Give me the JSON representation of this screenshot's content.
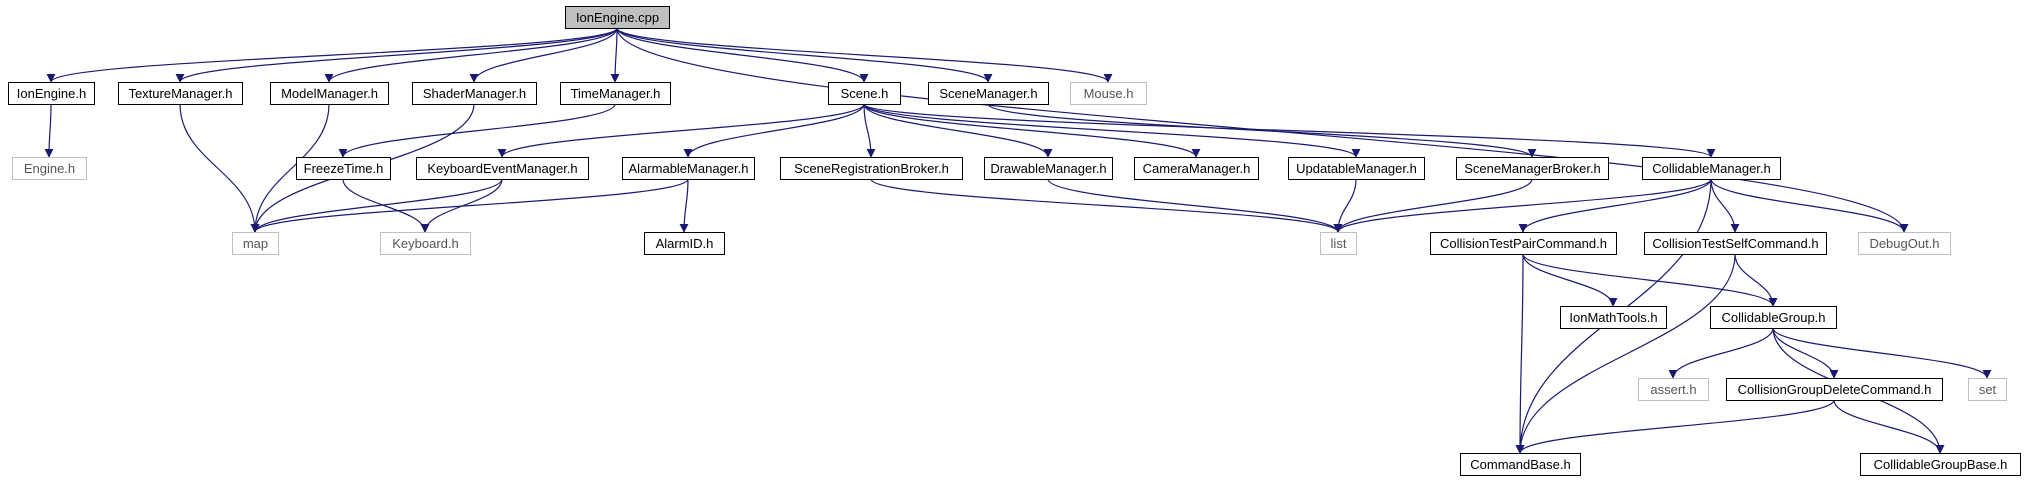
{
  "graph": {
    "colors": {
      "edge": "#191970",
      "node_border": "#000000",
      "node_border_external": "#bfbfbf",
      "root_fill": "#bfbfbf",
      "text": "#000000",
      "text_external": "#555555"
    },
    "nodes": [
      {
        "id": "ionengine_cpp",
        "label": "IonEngine.cpp",
        "kind": "root"
      },
      {
        "id": "ionengine_h",
        "label": "IonEngine.h",
        "kind": "file"
      },
      {
        "id": "texturemanager_h",
        "label": "TextureManager.h",
        "kind": "file"
      },
      {
        "id": "modelmanager_h",
        "label": "ModelManager.h",
        "kind": "file"
      },
      {
        "id": "shadermanager_h",
        "label": "ShaderManager.h",
        "kind": "file"
      },
      {
        "id": "timemanager_h",
        "label": "TimeManager.h",
        "kind": "file"
      },
      {
        "id": "scene_h",
        "label": "Scene.h",
        "kind": "file"
      },
      {
        "id": "scenemanager_h",
        "label": "SceneManager.h",
        "kind": "file"
      },
      {
        "id": "mouse_h",
        "label": "Mouse.h",
        "kind": "external"
      },
      {
        "id": "engine_h",
        "label": "Engine.h",
        "kind": "external"
      },
      {
        "id": "freezetime_h",
        "label": "FreezeTime.h",
        "kind": "file"
      },
      {
        "id": "keyboardeventmanager_h",
        "label": "KeyboardEventManager.h",
        "kind": "file"
      },
      {
        "id": "alarmablemanager_h",
        "label": "AlarmableManager.h",
        "kind": "file"
      },
      {
        "id": "sceneregistrationbroker_h",
        "label": "SceneRegistrationBroker.h",
        "kind": "file"
      },
      {
        "id": "drawablemanager_h",
        "label": "DrawableManager.h",
        "kind": "file"
      },
      {
        "id": "cameramanager_h",
        "label": "CameraManager.h",
        "kind": "file"
      },
      {
        "id": "updatablemanager_h",
        "label": "UpdatableManager.h",
        "kind": "file"
      },
      {
        "id": "scenemanagerbroker_h",
        "label": "SceneManagerBroker.h",
        "kind": "file"
      },
      {
        "id": "collidablemanager_h",
        "label": "CollidableManager.h",
        "kind": "file"
      },
      {
        "id": "map",
        "label": "map",
        "kind": "external"
      },
      {
        "id": "keyboard_h",
        "label": "Keyboard.h",
        "kind": "external"
      },
      {
        "id": "alarmid_h",
        "label": "AlarmID.h",
        "kind": "file"
      },
      {
        "id": "list",
        "label": "list",
        "kind": "external"
      },
      {
        "id": "collisiontestpaircommand_h",
        "label": "CollisionTestPairCommand.h",
        "kind": "file"
      },
      {
        "id": "collisiontestselfcommand_h",
        "label": "CollisionTestSelfCommand.h",
        "kind": "file"
      },
      {
        "id": "debugout_h",
        "label": "DebugOut.h",
        "kind": "external"
      },
      {
        "id": "ionmathtools_h",
        "label": "IonMathTools.h",
        "kind": "file"
      },
      {
        "id": "collidablegroup_h",
        "label": "CollidableGroup.h",
        "kind": "file"
      },
      {
        "id": "assert_h",
        "label": "assert.h",
        "kind": "external"
      },
      {
        "id": "collisiongroupdeletecommand_h",
        "label": "CollisionGroupDeleteCommand.h",
        "kind": "file"
      },
      {
        "id": "set",
        "label": "set",
        "kind": "external"
      },
      {
        "id": "commandbase_h",
        "label": "CommandBase.h",
        "kind": "file"
      },
      {
        "id": "collidablegroupbase_h",
        "label": "CollidableGroupBase.h",
        "kind": "file"
      }
    ],
    "edges": [
      [
        "ionengine_cpp",
        "ionengine_h"
      ],
      [
        "ionengine_cpp",
        "texturemanager_h"
      ],
      [
        "ionengine_cpp",
        "modelmanager_h"
      ],
      [
        "ionengine_cpp",
        "shadermanager_h"
      ],
      [
        "ionengine_cpp",
        "timemanager_h"
      ],
      [
        "ionengine_cpp",
        "scene_h"
      ],
      [
        "ionengine_cpp",
        "scenemanager_h"
      ],
      [
        "ionengine_cpp",
        "mouse_h"
      ],
      [
        "ionengine_cpp",
        "debugout_h"
      ],
      [
        "ionengine_h",
        "engine_h"
      ],
      [
        "texturemanager_h",
        "map"
      ],
      [
        "modelmanager_h",
        "map"
      ],
      [
        "shadermanager_h",
        "map"
      ],
      [
        "timemanager_h",
        "freezetime_h"
      ],
      [
        "freezetime_h",
        "keyboard_h"
      ],
      [
        "scene_h",
        "keyboardeventmanager_h"
      ],
      [
        "scene_h",
        "alarmablemanager_h"
      ],
      [
        "scene_h",
        "sceneregistrationbroker_h"
      ],
      [
        "scene_h",
        "drawablemanager_h"
      ],
      [
        "scene_h",
        "cameramanager_h"
      ],
      [
        "scene_h",
        "updatablemanager_h"
      ],
      [
        "scene_h",
        "collidablemanager_h"
      ],
      [
        "scenemanager_h",
        "scenemanagerbroker_h"
      ],
      [
        "keyboardeventmanager_h",
        "map"
      ],
      [
        "keyboardeventmanager_h",
        "keyboard_h"
      ],
      [
        "alarmablemanager_h",
        "map"
      ],
      [
        "alarmablemanager_h",
        "alarmid_h"
      ],
      [
        "sceneregistrationbroker_h",
        "list"
      ],
      [
        "drawablemanager_h",
        "list"
      ],
      [
        "updatablemanager_h",
        "list"
      ],
      [
        "scenemanagerbroker_h",
        "list"
      ],
      [
        "collidablemanager_h",
        "list"
      ],
      [
        "collidablemanager_h",
        "collisiontestpaircommand_h"
      ],
      [
        "collidablemanager_h",
        "collisiontestselfcommand_h"
      ],
      [
        "collidablemanager_h",
        "debugout_h"
      ],
      [
        "collidablemanager_h",
        "commandbase_h"
      ],
      [
        "collisiontestpaircommand_h",
        "ionmathtools_h"
      ],
      [
        "collisiontestpaircommand_h",
        "collidablegroup_h"
      ],
      [
        "collisiontestpaircommand_h",
        "commandbase_h"
      ],
      [
        "collisiontestselfcommand_h",
        "collidablegroup_h"
      ],
      [
        "collisiontestselfcommand_h",
        "commandbase_h"
      ],
      [
        "collidablegroup_h",
        "assert_h"
      ],
      [
        "collidablegroup_h",
        "collisiongroupdeletecommand_h"
      ],
      [
        "collidablegroup_h",
        "set"
      ],
      [
        "collidablegroup_h",
        "collidablegroupbase_h"
      ],
      [
        "collisiongroupdeletecommand_h",
        "commandbase_h"
      ],
      [
        "collisiongroupdeletecommand_h",
        "collidablegroupbase_h"
      ]
    ]
  }
}
